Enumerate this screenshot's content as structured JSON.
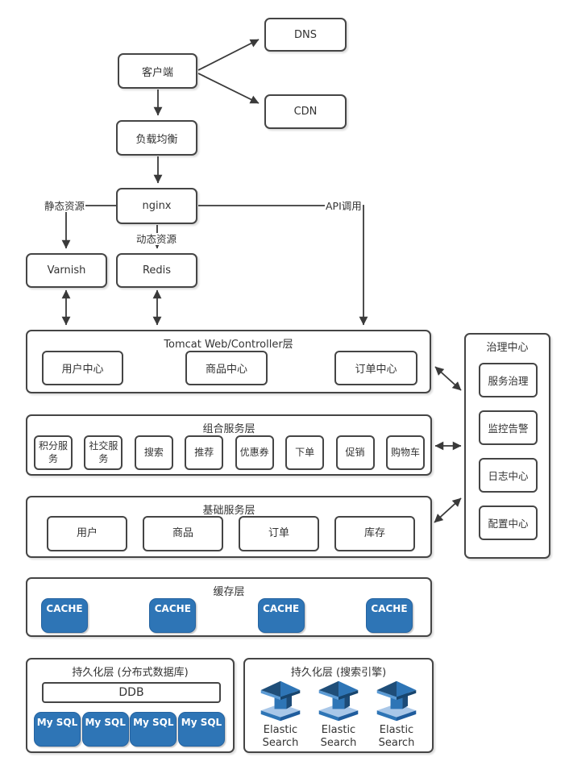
{
  "diagram": {
    "nodes": {
      "client": "客户端",
      "dns": "DNS",
      "cdn": "CDN",
      "load_balancer": "负载均衡",
      "nginx": "nginx",
      "varnish": "Varnish",
      "redis": "Redis"
    },
    "edge_labels": {
      "static": "静态资源",
      "dynamic": "动态资源",
      "api": "API调用"
    },
    "tomcat": {
      "title": "Tomcat Web/Controller层",
      "items": [
        "用户中心",
        "商品中心",
        "订单中心"
      ]
    },
    "composite": {
      "title": "组合服务层",
      "items": [
        "积分服务",
        "社交服务",
        "搜索",
        "推荐",
        "优惠券",
        "下单",
        "促销",
        "购物车"
      ]
    },
    "basic": {
      "title": "基础服务层",
      "items": [
        "用户",
        "商品",
        "订单",
        "库存"
      ]
    },
    "cache": {
      "title": "缓存层",
      "items": [
        "CACHE",
        "CACHE",
        "CACHE",
        "CACHE"
      ]
    },
    "persist_db": {
      "title": "持久化层 (分布式数据库)",
      "ddb": "DDB",
      "items": [
        "My SQL",
        "My SQL",
        "My SQL",
        "My SQL"
      ]
    },
    "persist_es": {
      "title": "持久化层 (搜索引擎)",
      "items": [
        "Elastic Search",
        "Elastic Search",
        "Elastic Search"
      ]
    },
    "governance": {
      "title": "治理中心",
      "items": [
        "服务治理",
        "监控告警",
        "日志中心",
        "配置中心"
      ]
    },
    "icons": {
      "elasticsearch": "elasticsearch-3d-stack-icon"
    },
    "colors": {
      "accent_blue": "#2e75b6",
      "line": "#3a3a3a",
      "box_border": "#454545",
      "es_dark": "#1f4e79",
      "es_mid": "#2e75b6",
      "es_light": "#a9c7e8",
      "text": "#333333",
      "background": "#ffffff"
    },
    "edges": [
      {
        "from": "客户端",
        "to": "DNS",
        "type": "arrow"
      },
      {
        "from": "客户端",
        "to": "CDN",
        "type": "arrow"
      },
      {
        "from": "客户端",
        "to": "负载均衡",
        "type": "arrow"
      },
      {
        "from": "负载均衡",
        "to": "nginx",
        "type": "arrow"
      },
      {
        "from": "nginx",
        "to": "Varnish",
        "label": "静态资源",
        "type": "arrow"
      },
      {
        "from": "nginx",
        "to": "Redis",
        "label": "动态资源",
        "type": "arrow"
      },
      {
        "from": "nginx",
        "to": "Tomcat Web/Controller层",
        "label": "API调用",
        "type": "arrow"
      },
      {
        "from": "Varnish",
        "to": "Tomcat Web/Controller层",
        "type": "double-arrow"
      },
      {
        "from": "Redis",
        "to": "Tomcat Web/Controller层",
        "type": "double-arrow"
      },
      {
        "from": "Tomcat Web/Controller层",
        "to": "治理中心",
        "type": "double-arrow"
      },
      {
        "from": "组合服务层",
        "to": "治理中心",
        "type": "double-arrow"
      },
      {
        "from": "基础服务层",
        "to": "治理中心",
        "type": "double-arrow"
      }
    ]
  }
}
